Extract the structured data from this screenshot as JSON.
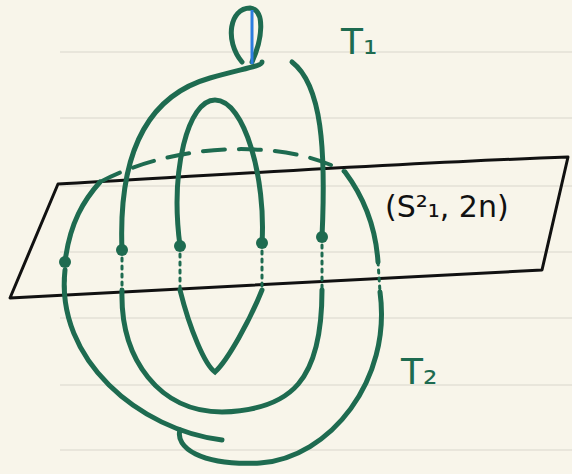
{
  "diagram": {
    "labels": [
      "T₁",
      "(S²₁, 2n)",
      "T₂"
    ]
  }
}
